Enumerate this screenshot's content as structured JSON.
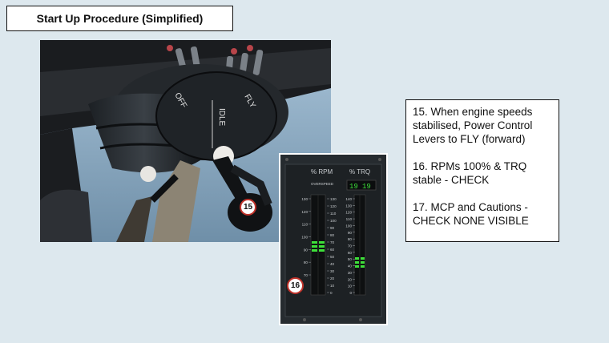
{
  "title": "Start Up Procedure (Simplified)",
  "steps": [
    {
      "text": "15. When engine speeds stabilised, Power Control Levers to FLY (forward)"
    },
    {
      "text": "16. RPMs 100% & TRQ stable - CHECK"
    },
    {
      "text": "17. MCP and Cautions - CHECK NONE VISIBLE"
    }
  ],
  "markers": {
    "m15": "15",
    "m16": "16"
  },
  "lever_labels": {
    "off": "OFF",
    "idle": "IDLE",
    "fly": "FLY"
  },
  "gauges": {
    "rpm_title": "% RPM",
    "trq_title": "% TRQ",
    "overspeed": "OVERSPEED",
    "rpm_scale": [
      "130",
      "120",
      "110",
      "100",
      "90",
      "80",
      "70"
    ],
    "rpm_scale_right": [
      "130",
      "120",
      "110",
      "100",
      "90",
      "80",
      "70",
      "60",
      "50",
      "40",
      "30",
      "20",
      "10",
      "0"
    ],
    "trq_scale": [
      "140",
      "130",
      "120",
      "110",
      "100",
      "90",
      "80",
      "70",
      "60",
      "50",
      "40",
      "30",
      "20",
      "10",
      "0"
    ],
    "trq_readout_1": "19",
    "trq_readout_2": "19"
  },
  "colors": {
    "marker_ring": "#c0322a",
    "gauge_green": "#3ee03a"
  }
}
